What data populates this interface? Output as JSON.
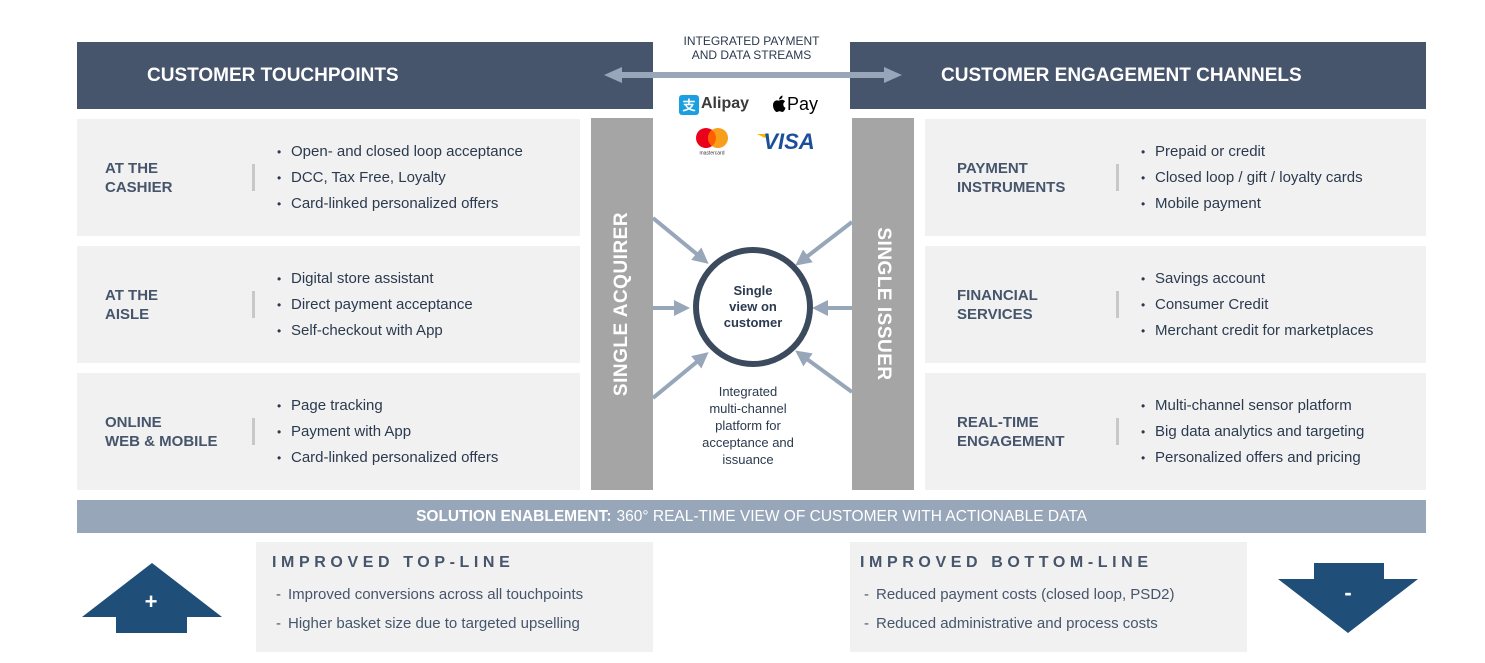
{
  "headers": {
    "left": "CUSTOMER TOUCHPOINTS",
    "right": "CUSTOMER ENGAGEMENT CHANNELS",
    "center_label_line1": "INTEGRATED PAYMENT",
    "center_label_line2": "AND DATA STREAMS"
  },
  "payment_logos": [
    {
      "name": "Alipay",
      "icon": "alipay-logo",
      "color": "#1a9fe0"
    },
    {
      "name": "Pay",
      "icon": "apple-pay-logo",
      "color": "#000000"
    },
    {
      "name": "mastercard",
      "icon": "mastercard-logo",
      "colors": [
        "#eb001b",
        "#f79e1b",
        "#ff5f00"
      ]
    },
    {
      "name": "VISA",
      "icon": "visa-logo",
      "color": "#1a4f9c",
      "accent": "#f7b600"
    }
  ],
  "touchpoints": [
    {
      "label_line1": "AT THE",
      "label_line2": "CASHIER",
      "items": [
        "Open- and closed loop acceptance",
        "DCC, Tax Free, Loyalty",
        "Card-linked personalized offers"
      ]
    },
    {
      "label_line1": "AT THE",
      "label_line2": "AISLE",
      "items": [
        "Digital store assistant",
        "Direct payment acceptance",
        "Self-checkout with App"
      ]
    },
    {
      "label_line1": "ONLINE",
      "label_line2": "WEB & MOBILE",
      "items": [
        "Page tracking",
        "Payment with App",
        "Card-linked personalized offers"
      ]
    }
  ],
  "channels": [
    {
      "label_line1": "PAYMENT",
      "label_line2": "INSTRUMENTS",
      "items": [
        "Prepaid or credit",
        "Closed loop / gift  / loyalty cards",
        "Mobile payment"
      ]
    },
    {
      "label_line1": "FINANCIAL",
      "label_line2": "SERVICES",
      "items": [
        "Savings account",
        "Consumer Credit",
        "Merchant credit for marketplaces"
      ]
    },
    {
      "label_line1": "REAL-TIME",
      "label_line2": "ENGAGEMENT",
      "items": [
        "Multi-channel sensor platform",
        "Big data analytics and targeting",
        "Personalized offers and pricing"
      ]
    }
  ],
  "pillars": {
    "left": "SINGLE ACQUIRER",
    "right": "SINGLE ISSUER"
  },
  "hub": {
    "line1": "Single",
    "line2": "view on",
    "line3": "customer",
    "caption": [
      "Integrated",
      "multi-channel",
      "platform for",
      "acceptance and",
      "issuance"
    ]
  },
  "solution": {
    "bold": "SOLUTION ENABLEMENT:",
    "text": "360° REAL-TIME VIEW OF CUSTOMER WITH ACTIONABLE DATA"
  },
  "impacts": {
    "top_line": {
      "title": "IMPROVED TOP-LINE",
      "symbol": "+",
      "items": [
        "Improved conversions across all touchpoints",
        "Higher basket size due to targeted upselling"
      ]
    },
    "bottom_line": {
      "title": "IMPROVED BOTTOM-LINE",
      "symbol": "-",
      "items": [
        "Reduced payment costs (closed loop, PSD2)",
        "Reduced administrative and process costs"
      ]
    }
  },
  "colors": {
    "header": "#46556b",
    "card": "#f1f1f1",
    "pillar": "#a5a5a5",
    "solution_bar": "#97a6b9",
    "arrow": "#97a6b9",
    "big_arrow": "#1f4e79",
    "hub_ring": "#3c4a5e"
  }
}
